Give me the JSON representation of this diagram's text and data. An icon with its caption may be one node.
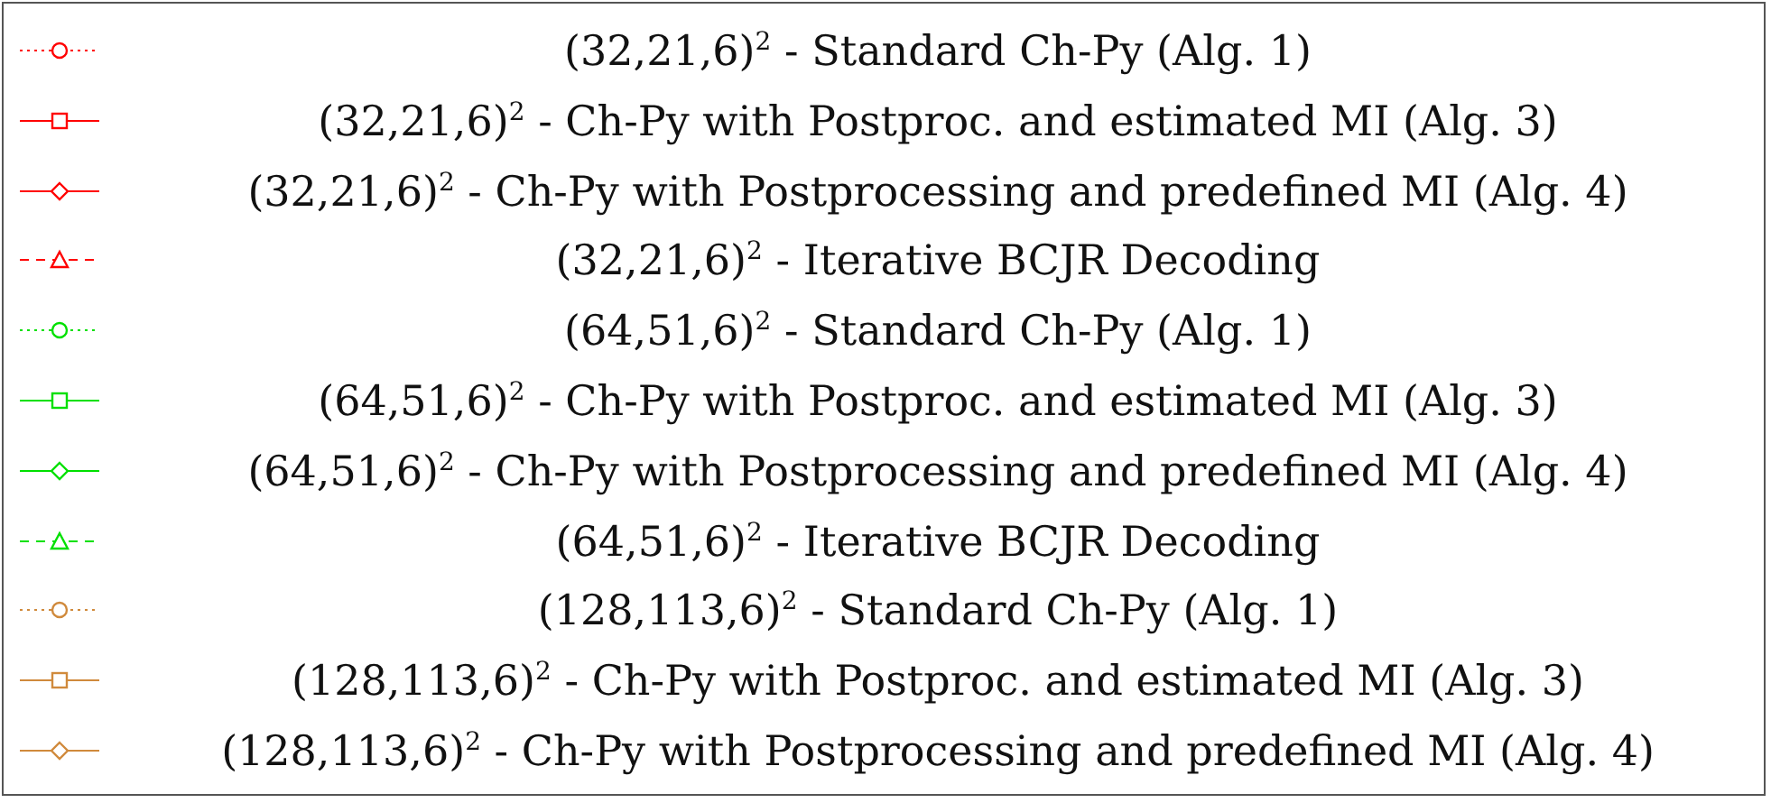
{
  "diagram": {
    "legend": [
      {
        "text": "(32,21,6)$^{2}$ - Standard Ch-Py (Alg. 1)"
      },
      {
        "text": "(32,21,6)$^{2}$ - Ch-Py with Postproc. and estimated MI (Alg. 3)"
      },
      {
        "text": "(32,21,6)$^{2}$ - Ch-Py with Postprocessing and predefined MI (Alg. 4)"
      },
      {
        "text": "(32,21,6)$^{2}$ - Iterative BCJR Decoding"
      },
      {
        "text": "(64,51,6)$^{2}$ - Standard Ch-Py (Alg. 1)"
      },
      {
        "text": "(64,51,6)$^{2}$ - Ch-Py with Postproc. and estimated MI (Alg. 3)"
      },
      {
        "text": "(64,51,6)$^{2}$ - Ch-Py with Postprocessing and predefined MI (Alg. 4)"
      },
      {
        "text": "(64,51,6)$^{2}$ - Iterative BCJR Decoding"
      },
      {
        "text": "(128,113,6)$^{2}$ - Standard Ch-Py (Alg. 1)"
      },
      {
        "text": "(128,113,6)$^{2}$ - Ch-Py with Postproc. and estimated MI (Alg. 3)"
      },
      {
        "text": "(128,113,6)$^{2}$ - Ch-Py with Postprocessing and predefined MI (Alg. 4)"
      }
    ]
  }
}
